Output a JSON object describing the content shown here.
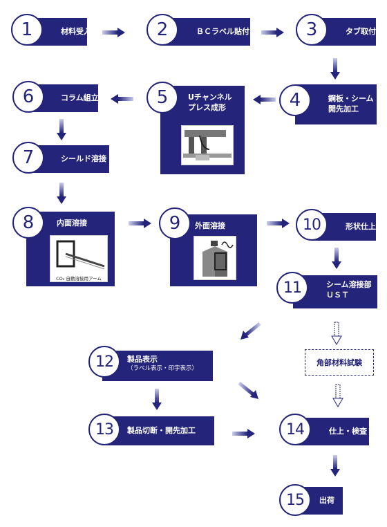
{
  "steps": [
    {
      "num": "1",
      "label": "材料受入"
    },
    {
      "num": "2",
      "label": "ＢＣラベル貼付"
    },
    {
      "num": "3",
      "label": "タブ取付"
    },
    {
      "num": "4",
      "label_line1": "鋼板・シーム",
      "label_line2": "開先加工"
    },
    {
      "num": "5",
      "label_line1": "Uチャンネル",
      "label_line2": "プレス成形"
    },
    {
      "num": "6",
      "label": "コラム組立"
    },
    {
      "num": "7",
      "label": "シールド溶接"
    },
    {
      "num": "8",
      "label": "内面溶接",
      "caption": "CO₂ 自動溶接用アーム"
    },
    {
      "num": "9",
      "label": "外面溶接"
    },
    {
      "num": "10",
      "label": "形状仕上"
    },
    {
      "num": "11",
      "label_line1": "シーム溶接部",
      "label_line2": "ＵＳＴ"
    },
    {
      "num": "12",
      "label_line1": "製品表示",
      "label_line2": "（ラベル表示・印字表示）"
    },
    {
      "num": "13",
      "label": "製品切断・開先加工"
    },
    {
      "num": "14",
      "label": "仕上・検査"
    },
    {
      "num": "15",
      "label": "出荷"
    }
  ],
  "inspection": {
    "label": "角部材料試験"
  },
  "colors": {
    "primary": "#23247a",
    "arrow_fade": "#b8bce0"
  }
}
